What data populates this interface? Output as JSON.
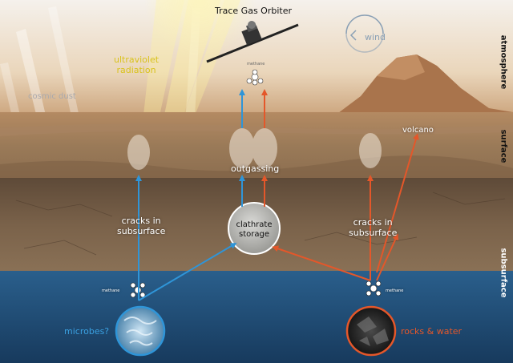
{
  "title": "Trace Gas Orbiter",
  "layers": {
    "atmosphere": "atmosphere",
    "surface": "surface",
    "subsurface": "subsurface"
  },
  "labels": {
    "ultraviolet": "ultraviolet\nradiation",
    "cosmic_dust": "cosmic dust",
    "wind": "wind",
    "methane_orbiter": "methane",
    "outgassing": "outgassing",
    "volcano": "volcano",
    "cracks_left": "cracks in\nsubsurface",
    "cracks_right": "cracks in\nsubsurface",
    "clathrate": "clathrate\nstorage",
    "methane_left": "methane",
    "methane_right": "methane",
    "microbes": "microbes?",
    "rocks_water": "rocks & water"
  },
  "colors": {
    "blue_arrow": "#2f95d8",
    "orange_arrow": "#e4572a",
    "ultraviolet_text": "#d9c21c",
    "sky_top": "#f4efe8",
    "sky_bottom": "#d6b184",
    "soil": "#7a6148",
    "water": "#1e4a73"
  }
}
